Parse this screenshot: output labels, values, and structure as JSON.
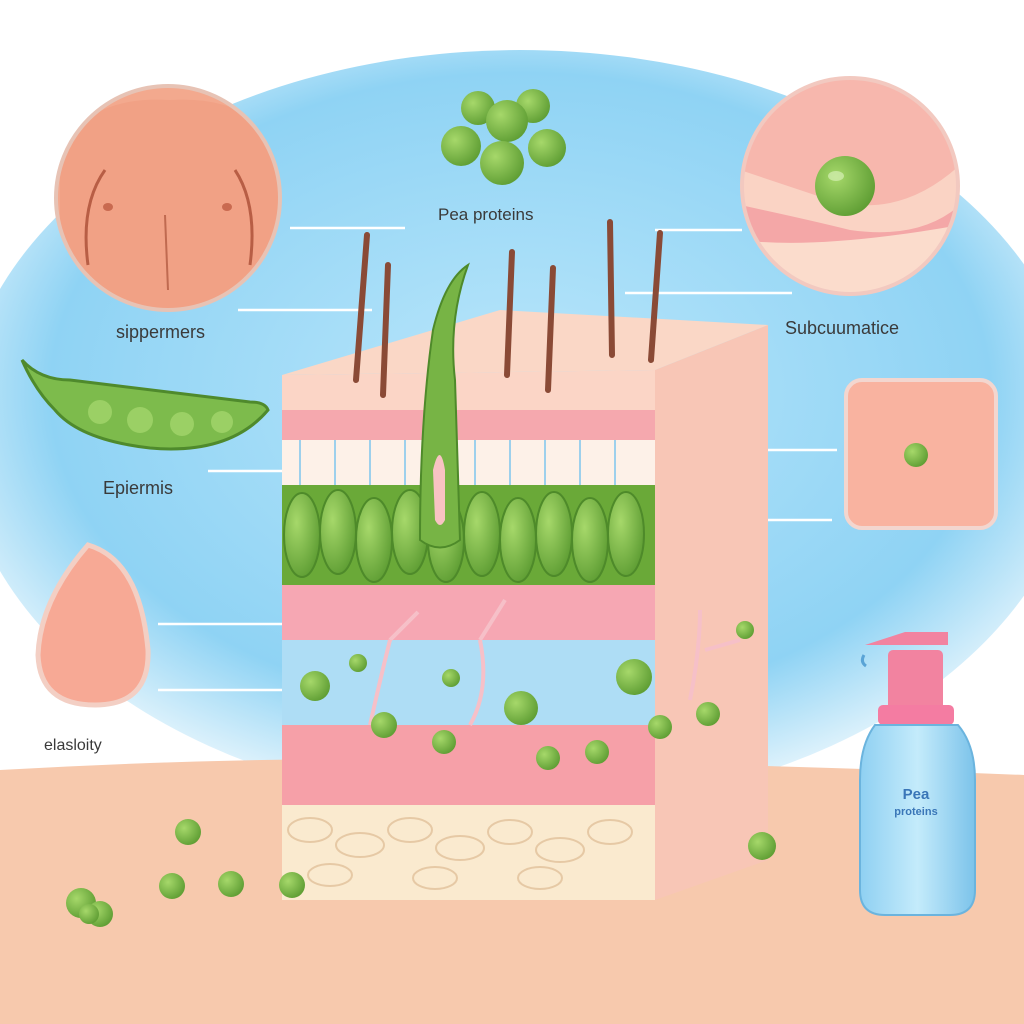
{
  "labels": {
    "pea_proteins": "Pea proteins",
    "sippermers": "sippermers",
    "subcutaneous": "Subcuumatice",
    "epidermis": "Epiermis",
    "elasticity": "elasloity"
  },
  "bottle": {
    "line1": "Pea",
    "line2": "proteins"
  },
  "colors": {
    "background_blue": "#8fd3f4",
    "floor_peach": "#f7c9ad",
    "pea_green": "#78b845",
    "skin_pink": "#f6b8a8",
    "dermis_pink": "#f39aab"
  }
}
